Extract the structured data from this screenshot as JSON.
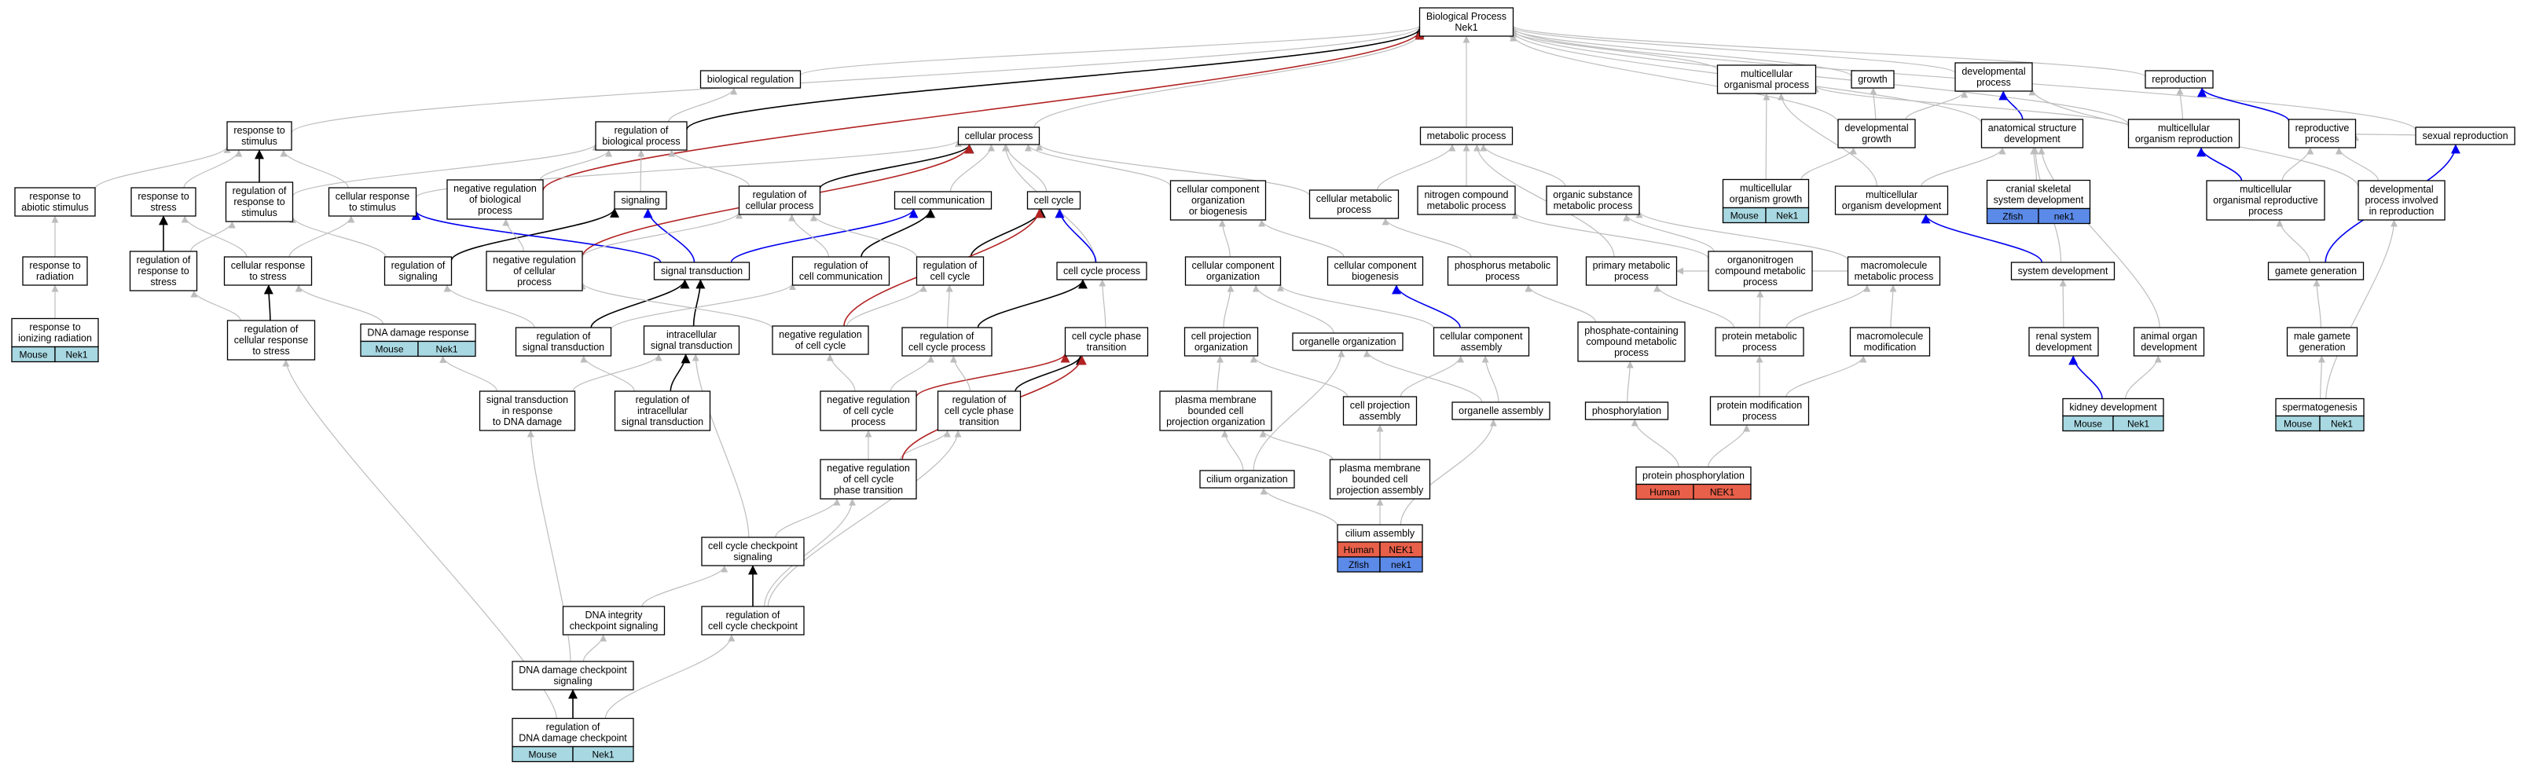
{
  "colors": {
    "gray_edge": "#bdbdbd",
    "black_edge": "#000000",
    "blue_edge": "#0000ee",
    "red_edge": "#b22222",
    "mouse_badge": "#a8d8e2",
    "human_badge": "#e8604a",
    "zfish_badge": "#5b8ae8"
  },
  "nodes": [
    {
      "id": "bp",
      "lines": [
        "Biological Process",
        "Nek1"
      ]
    },
    {
      "id": "bioreg",
      "lines": [
        "biological regulation"
      ]
    },
    {
      "id": "mop",
      "lines": [
        "multicellular",
        "organismal process"
      ]
    },
    {
      "id": "growth",
      "lines": [
        "growth"
      ]
    },
    {
      "id": "devproc",
      "lines": [
        "developmental",
        "process"
      ]
    },
    {
      "id": "repro",
      "lines": [
        "reproduction"
      ]
    },
    {
      "id": "rts",
      "lines": [
        "response to",
        "stimulus"
      ]
    },
    {
      "id": "rbp",
      "lines": [
        "regulation of",
        "biological process"
      ]
    },
    {
      "id": "cellproc",
      "lines": [
        "cellular process"
      ]
    },
    {
      "id": "metproc",
      "lines": [
        "metabolic process"
      ]
    },
    {
      "id": "devgrowth",
      "lines": [
        "developmental",
        "growth"
      ]
    },
    {
      "id": "asd",
      "lines": [
        "anatomical structure",
        "development"
      ]
    },
    {
      "id": "mor",
      "lines": [
        "multicellular",
        "organism reproduction"
      ]
    },
    {
      "id": "reproproc",
      "lines": [
        "reproductive",
        "process"
      ]
    },
    {
      "id": "sexrepro",
      "lines": [
        "sexual reproduction"
      ]
    },
    {
      "id": "rabs",
      "lines": [
        "response to",
        "abiotic stimulus"
      ]
    },
    {
      "id": "rtstress",
      "lines": [
        "response to",
        "stress"
      ]
    },
    {
      "id": "rrts",
      "lines": [
        "regulation of",
        "response to",
        "stimulus"
      ]
    },
    {
      "id": "crts",
      "lines": [
        "cellular response",
        "to stimulus"
      ]
    },
    {
      "id": "nrbp",
      "lines": [
        "negative regulation",
        "of biological",
        "process"
      ]
    },
    {
      "id": "signaling",
      "lines": [
        "signaling"
      ]
    },
    {
      "id": "rcp",
      "lines": [
        "regulation of",
        "cellular process"
      ]
    },
    {
      "id": "cellcomm",
      "lines": [
        "cell communication"
      ]
    },
    {
      "id": "cellcycle",
      "lines": [
        "cell cycle"
      ]
    },
    {
      "id": "ccob",
      "lines": [
        "cellular component",
        "organization",
        "or biogenesis"
      ]
    },
    {
      "id": "cmp",
      "lines": [
        "cellular metabolic",
        "process"
      ]
    },
    {
      "id": "ncmp",
      "lines": [
        "nitrogen compound",
        "metabolic process"
      ]
    },
    {
      "id": "osmp",
      "lines": [
        "organic substance",
        "metabolic process"
      ]
    },
    {
      "id": "mogrowth",
      "lines": [
        "multicellular",
        "organism growth"
      ],
      "badges": [
        [
          "Mouse",
          "mouse"
        ],
        [
          "Nek1",
          "mouse"
        ]
      ]
    },
    {
      "id": "csd",
      "lines": [
        "cranial skeletal",
        "system development"
      ],
      "badges": [
        [
          "Zfish",
          "zfish"
        ],
        [
          "nek1",
          "zfish"
        ]
      ]
    },
    {
      "id": "modev",
      "lines": [
        "multicellular",
        "organism development"
      ]
    },
    {
      "id": "morp",
      "lines": [
        "multicellular",
        "organismal reproductive",
        "process"
      ]
    },
    {
      "id": "dpir",
      "lines": [
        "developmental",
        "process involved",
        "in reproduction"
      ]
    },
    {
      "id": "rtrad",
      "lines": [
        "response to",
        "radiation"
      ]
    },
    {
      "id": "rrstress",
      "lines": [
        "regulation of",
        "response to",
        "stress"
      ]
    },
    {
      "id": "crstress",
      "lines": [
        "cellular response",
        "to stress"
      ]
    },
    {
      "id": "regsig",
      "lines": [
        "regulation of",
        "signaling"
      ]
    },
    {
      "id": "nrcp",
      "lines": [
        "negative regulation",
        "of cellular",
        "process"
      ]
    },
    {
      "id": "sigtrans",
      "lines": [
        "signal transduction"
      ]
    },
    {
      "id": "rcc",
      "lines": [
        "regulation of",
        "cell communication"
      ]
    },
    {
      "id": "regcc",
      "lines": [
        "regulation of",
        "cell cycle"
      ]
    },
    {
      "id": "ccproc",
      "lines": [
        "cell cycle process"
      ]
    },
    {
      "id": "cco",
      "lines": [
        "cellular component",
        "organization"
      ]
    },
    {
      "id": "ccb",
      "lines": [
        "cellular component",
        "biogenesis"
      ]
    },
    {
      "id": "pmp",
      "lines": [
        "phosphorus metabolic",
        "process"
      ]
    },
    {
      "id": "primmp",
      "lines": [
        "primary metabolic",
        "process"
      ]
    },
    {
      "id": "oncmp",
      "lines": [
        "organonitrogen",
        "compound metabolic",
        "process"
      ]
    },
    {
      "id": "macromp",
      "lines": [
        "macromolecule",
        "metabolic process"
      ]
    },
    {
      "id": "sysdev",
      "lines": [
        "system development"
      ]
    },
    {
      "id": "gamgen",
      "lines": [
        "gamete generation"
      ]
    },
    {
      "id": "rtir",
      "lines": [
        "response to",
        "ionizing radiation"
      ],
      "badges": [
        [
          "Mouse",
          "mouse"
        ],
        [
          "Nek1",
          "mouse"
        ]
      ]
    },
    {
      "id": "rcrs",
      "lines": [
        "regulation of",
        "cellular response",
        "to stress"
      ]
    },
    {
      "id": "ddr",
      "lines": [
        "DNA damage response"
      ],
      "badges": [
        [
          "Mouse",
          "mouse"
        ],
        [
          "Nek1",
          "mouse"
        ]
      ]
    },
    {
      "id": "rst",
      "lines": [
        "regulation of",
        "signal transduction"
      ]
    },
    {
      "id": "ist",
      "lines": [
        "intracellular",
        "signal transduction"
      ]
    },
    {
      "id": "nrcc",
      "lines": [
        "negative regulation",
        "of cell cycle"
      ]
    },
    {
      "id": "rccp",
      "lines": [
        "regulation of",
        "cell cycle process"
      ]
    },
    {
      "id": "ccpt",
      "lines": [
        "cell cycle phase",
        "transition"
      ]
    },
    {
      "id": "cpo",
      "lines": [
        "cell projection",
        "organization"
      ]
    },
    {
      "id": "orgorg",
      "lines": [
        "organelle organization"
      ]
    },
    {
      "id": "cca",
      "lines": [
        "cellular component",
        "assembly"
      ]
    },
    {
      "id": "pccmp",
      "lines": [
        "phosphate-containing",
        "compound metabolic",
        "process"
      ]
    },
    {
      "id": "protmp",
      "lines": [
        "protein metabolic",
        "process"
      ]
    },
    {
      "id": "macromod",
      "lines": [
        "macromolecule",
        "modification"
      ]
    },
    {
      "id": "renal",
      "lines": [
        "renal system",
        "development"
      ]
    },
    {
      "id": "aod",
      "lines": [
        "animal organ",
        "development"
      ]
    },
    {
      "id": "mgg",
      "lines": [
        "male gamete",
        "generation"
      ]
    },
    {
      "id": "stdd",
      "lines": [
        "signal transduction",
        "in response",
        "to DNA damage"
      ]
    },
    {
      "id": "rist",
      "lines": [
        "regulation of",
        "intracellular",
        "signal transduction"
      ]
    },
    {
      "id": "nrccp",
      "lines": [
        "negative regulation",
        "of cell cycle",
        "process"
      ]
    },
    {
      "id": "rccpt",
      "lines": [
        "regulation of",
        "cell cycle phase",
        "transition"
      ]
    },
    {
      "id": "pmbcpo",
      "lines": [
        "plasma membrane",
        "bounded cell",
        "projection organization"
      ]
    },
    {
      "id": "cpa",
      "lines": [
        "cell projection",
        "assembly"
      ]
    },
    {
      "id": "orgasm",
      "lines": [
        "organelle assembly"
      ]
    },
    {
      "id": "phos",
      "lines": [
        "phosphorylation"
      ]
    },
    {
      "id": "protmod",
      "lines": [
        "protein modification",
        "process"
      ]
    },
    {
      "id": "kidney",
      "lines": [
        "kidney development"
      ],
      "badges": [
        [
          "Mouse",
          "mouse"
        ],
        [
          "Nek1",
          "mouse"
        ]
      ]
    },
    {
      "id": "sperm",
      "lines": [
        "spermatogenesis"
      ],
      "badges": [
        [
          "Mouse",
          "mouse"
        ],
        [
          "Nek1",
          "mouse"
        ]
      ]
    },
    {
      "id": "nrccpt",
      "lines": [
        "negative regulation",
        "of cell cycle",
        "phase transition"
      ]
    },
    {
      "id": "pmbcpa",
      "lines": [
        "plasma membrane",
        "bounded cell",
        "projection assembly"
      ]
    },
    {
      "id": "ciliumorg",
      "lines": [
        "cilium organization"
      ]
    },
    {
      "id": "protphos",
      "lines": [
        "protein phosphorylation"
      ],
      "badges": [
        [
          "Human",
          "human"
        ],
        [
          "NEK1",
          "human"
        ]
      ]
    },
    {
      "id": "ciliumasm",
      "lines": [
        "cilium assembly"
      ],
      "badges": [
        [
          "Human",
          "human"
        ],
        [
          "NEK1",
          "human"
        ],
        [
          "Zfish",
          "zfish"
        ],
        [
          "nek1",
          "zfish"
        ]
      ]
    },
    {
      "id": "cccs",
      "lines": [
        "cell cycle checkpoint",
        "signaling"
      ]
    },
    {
      "id": "dicp",
      "lines": [
        "DNA integrity",
        "checkpoint signaling"
      ]
    },
    {
      "id": "rccc",
      "lines": [
        "regulation of",
        "cell cycle checkpoint"
      ]
    },
    {
      "id": "ddcs",
      "lines": [
        "DNA damage checkpoint",
        "signaling"
      ]
    },
    {
      "id": "rddc",
      "lines": [
        "regulation of",
        "DNA damage checkpoint"
      ],
      "badges": [
        [
          "Mouse",
          "mouse"
        ],
        [
          "Nek1",
          "mouse"
        ]
      ]
    }
  ],
  "edges": [
    [
      "bioreg",
      "bp",
      "g"
    ],
    [
      "mop",
      "bp",
      "g"
    ],
    [
      "growth",
      "bp",
      "g"
    ],
    [
      "devproc",
      "bp",
      "g"
    ],
    [
      "repro",
      "bp",
      "g"
    ],
    [
      "rts",
      "bp",
      "g"
    ],
    [
      "rbp",
      "bp",
      "k"
    ],
    [
      "cellproc",
      "bp",
      "g"
    ],
    [
      "metproc",
      "bp",
      "g"
    ],
    [
      "nrbp",
      "bp",
      "r"
    ],
    [
      "devgrowth",
      "bp",
      "g"
    ],
    [
      "mor",
      "bp",
      "g"
    ],
    [
      "sexrepro",
      "bp",
      "g"
    ],
    [
      "asd",
      "bp",
      "g"
    ],
    [
      "rbp",
      "bioreg",
      "g"
    ],
    [
      "devgrowth",
      "growth",
      "g"
    ],
    [
      "devgrowth",
      "devproc",
      "g"
    ],
    [
      "asd",
      "devproc",
      "b"
    ],
    [
      "mor",
      "mop",
      "g"
    ],
    [
      "mor",
      "repro",
      "g"
    ],
    [
      "reproproc",
      "repro",
      "b"
    ],
    [
      "sexrepro",
      "reproproc",
      "g"
    ],
    [
      "rabs",
      "rts",
      "g"
    ],
    [
      "rtstress",
      "rts",
      "g"
    ],
    [
      "rrts",
      "rts",
      "k"
    ],
    [
      "crts",
      "rts",
      "g"
    ],
    [
      "rrts",
      "rbp",
      "g"
    ],
    [
      "nrbp",
      "rbp",
      "g"
    ],
    [
      "rcp",
      "rbp",
      "g"
    ],
    [
      "signaling",
      "rbp",
      "g"
    ],
    [
      "rcp",
      "cellproc",
      "k"
    ],
    [
      "cellcomm",
      "cellproc",
      "g"
    ],
    [
      "cellcycle",
      "cellproc",
      "g"
    ],
    [
      "crts",
      "cellproc",
      "g"
    ],
    [
      "ccob",
      "cellproc",
      "g"
    ],
    [
      "cmp",
      "cellproc",
      "g"
    ],
    [
      "ccproc",
      "cellproc",
      "g"
    ],
    [
      "nrcp",
      "cellproc",
      "r"
    ],
    [
      "cmp",
      "metproc",
      "g"
    ],
    [
      "ncmp",
      "metproc",
      "g"
    ],
    [
      "osmp",
      "metproc",
      "g"
    ],
    [
      "primmp",
      "metproc",
      "g"
    ],
    [
      "mogrowth",
      "devgrowth",
      "g"
    ],
    [
      "mogrowth",
      "mop",
      "g"
    ],
    [
      "csd",
      "asd",
      "g"
    ],
    [
      "modev",
      "asd",
      "g"
    ],
    [
      "modev",
      "mop",
      "g"
    ],
    [
      "morp",
      "mor",
      "b"
    ],
    [
      "morp",
      "reproproc",
      "g"
    ],
    [
      "dpir",
      "reproproc",
      "g"
    ],
    [
      "dpir",
      "devproc",
      "g"
    ],
    [
      "sysdev",
      "asd",
      "g"
    ],
    [
      "sysdev",
      "modev",
      "b"
    ],
    [
      "gamgen",
      "sexrepro",
      "b"
    ],
    [
      "gamgen",
      "morp",
      "g"
    ],
    [
      "rtrad",
      "rabs",
      "g"
    ],
    [
      "rtir",
      "rtrad",
      "g"
    ],
    [
      "rrstress",
      "rtstress",
      "k"
    ],
    [
      "rrstress",
      "rrts",
      "g"
    ],
    [
      "crstress",
      "rtstress",
      "g"
    ],
    [
      "crstress",
      "crts",
      "g"
    ],
    [
      "rcrs",
      "crstress",
      "k"
    ],
    [
      "rcrs",
      "rrstress",
      "g"
    ],
    [
      "ddr",
      "crstress",
      "g"
    ],
    [
      "regsig",
      "signaling",
      "k"
    ],
    [
      "regsig",
      "rrts",
      "g"
    ],
    [
      "sigtrans",
      "signaling",
      "b"
    ],
    [
      "sigtrans",
      "crts",
      "b"
    ],
    [
      "sigtrans",
      "cellcomm",
      "b"
    ],
    [
      "rcc",
      "cellcomm",
      "k"
    ],
    [
      "rcc",
      "rcp",
      "g"
    ],
    [
      "nrcp",
      "rcp",
      "g"
    ],
    [
      "nrcp",
      "nrbp",
      "g"
    ],
    [
      "regcc",
      "cellcycle",
      "k"
    ],
    [
      "regcc",
      "rcp",
      "g"
    ],
    [
      "ccproc",
      "cellcycle",
      "b"
    ],
    [
      "cco",
      "ccob",
      "g"
    ],
    [
      "ccb",
      "ccob",
      "g"
    ],
    [
      "pmp",
      "cmp",
      "g"
    ],
    [
      "oncmp",
      "ncmp",
      "g"
    ],
    [
      "oncmp",
      "osmp",
      "g"
    ],
    [
      "macromp",
      "osmp",
      "g"
    ],
    [
      "macromp",
      "primmp",
      "g"
    ],
    [
      "rst",
      "sigtrans",
      "k"
    ],
    [
      "rst",
      "regsig",
      "g"
    ],
    [
      "rst",
      "rcc",
      "g"
    ],
    [
      "ist",
      "sigtrans",
      "k"
    ],
    [
      "stdd",
      "ddr",
      "g"
    ],
    [
      "stdd",
      "ist",
      "g"
    ],
    [
      "rist",
      "ist",
      "k"
    ],
    [
      "rist",
      "rst",
      "g"
    ],
    [
      "nrcc",
      "regcc",
      "g"
    ],
    [
      "nrcc",
      "cellcycle",
      "r"
    ],
    [
      "nrcc",
      "nrcp",
      "g"
    ],
    [
      "rccp",
      "regcc",
      "g"
    ],
    [
      "rccp",
      "ccproc",
      "k"
    ],
    [
      "ccpt",
      "ccproc",
      "g"
    ],
    [
      "nrccp",
      "nrcc",
      "g"
    ],
    [
      "nrccp",
      "rccp",
      "g"
    ],
    [
      "nrccp",
      "ccpt",
      "r"
    ],
    [
      "rccpt",
      "rccp",
      "g"
    ],
    [
      "rccpt",
      "ccpt",
      "k"
    ],
    [
      "nrccpt",
      "nrccp",
      "g"
    ],
    [
      "nrccpt",
      "rccpt",
      "g"
    ],
    [
      "nrccpt",
      "ccpt",
      "r"
    ],
    [
      "cpo",
      "cco",
      "g"
    ],
    [
      "orgorg",
      "cco",
      "g"
    ],
    [
      "cca",
      "ccb",
      "b"
    ],
    [
      "cca",
      "cco",
      "g"
    ],
    [
      "pmbcpo",
      "cpo",
      "g"
    ],
    [
      "cpa",
      "cca",
      "g"
    ],
    [
      "cpa",
      "cpo",
      "g"
    ],
    [
      "orgasm",
      "cca",
      "g"
    ],
    [
      "orgasm",
      "orgorg",
      "g"
    ],
    [
      "pmbcpa",
      "cpa",
      "g"
    ],
    [
      "pmbcpa",
      "pmbcpo",
      "g"
    ],
    [
      "ciliumorg",
      "pmbcpo",
      "g"
    ],
    [
      "ciliumorg",
      "orgorg",
      "g"
    ],
    [
      "ciliumasm",
      "pmbcpa",
      "g"
    ],
    [
      "ciliumasm",
      "ciliumorg",
      "g"
    ],
    [
      "ciliumasm",
      "orgasm",
      "g"
    ],
    [
      "pccmp",
      "pmp",
      "g"
    ],
    [
      "phos",
      "pccmp",
      "g"
    ],
    [
      "protphos",
      "phos",
      "g"
    ],
    [
      "protphos",
      "protmod",
      "g"
    ],
    [
      "protmp",
      "primmp",
      "g"
    ],
    [
      "protmp",
      "oncmp",
      "g"
    ],
    [
      "protmp",
      "macromp",
      "g"
    ],
    [
      "macromod",
      "macromp",
      "g"
    ],
    [
      "protmod",
      "protmp",
      "g"
    ],
    [
      "protmod",
      "macromod",
      "g"
    ],
    [
      "renal",
      "sysdev",
      "g"
    ],
    [
      "kidney",
      "renal",
      "b"
    ],
    [
      "kidney",
      "aod",
      "g"
    ],
    [
      "aod",
      "asd",
      "g"
    ],
    [
      "mgg",
      "gamgen",
      "g"
    ],
    [
      "sperm",
      "mgg",
      "g"
    ],
    [
      "sperm",
      "dpir",
      "g"
    ],
    [
      "cccs",
      "ist",
      "g"
    ],
    [
      "cccs",
      "nrccpt",
      "g"
    ],
    [
      "dicp",
      "cccs",
      "g"
    ],
    [
      "rccc",
      "cccs",
      "k"
    ],
    [
      "rccc",
      "rccpt",
      "g"
    ],
    [
      "rccc",
      "nrccpt",
      "g"
    ],
    [
      "ddcs",
      "dicp",
      "g"
    ],
    [
      "ddcs",
      "stdd",
      "g"
    ],
    [
      "rddc",
      "ddcs",
      "k"
    ],
    [
      "rddc",
      "rccc",
      "g"
    ],
    [
      "rddc",
      "rcrs",
      "g"
    ]
  ]
}
